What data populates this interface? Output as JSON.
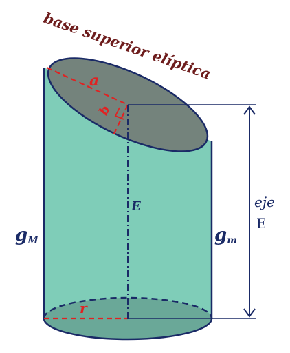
{
  "labels": {
    "title": "base superior elíptica",
    "a": "a",
    "b": "b",
    "E_center": "E",
    "gM_main": "g",
    "gM_sub": "M",
    "gm_main": "g",
    "gm_sub": "m",
    "r": "r",
    "eje": "eje",
    "eje_E": "E"
  },
  "colors": {
    "body": "#7fcdb8",
    "top": "#74837c",
    "bottom": "#6aa898",
    "outline": "#1a2a66",
    "dashed": "#e02222",
    "title": "#6e1d1d",
    "labels": "#1a2a66"
  }
}
